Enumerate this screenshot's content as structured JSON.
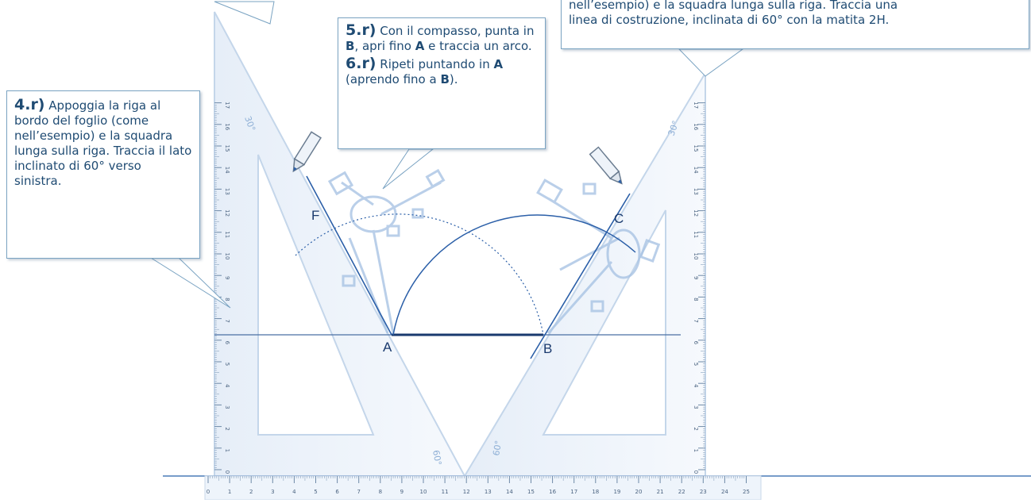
{
  "callouts": {
    "c4": {
      "step": "4.r)",
      "text": "Appoggia la riga al bordo del foglio (come nell’esempio) e la squadra lunga sulla riga. Traccia il lato inclinato di 60° verso sinistra."
    },
    "c5": {
      "step": "5.r)",
      "text_a": "Con il compasso, punta in",
      "pt_b": "B",
      "text_b": ", apri fino",
      "pt_a": "A",
      "text_c": "e traccia un arco."
    },
    "c6": {
      "step": "6.r)",
      "text_a": "Ripeti puntando in",
      "pt_a": "A",
      "text_b": "(aprendo fino a",
      "pt_b": "B",
      "text_c": ")."
    },
    "top_right": {
      "line1": "nell’esempio) e la squadra lunga sulla riga. Traccia una",
      "line2": "linea di costruzione, inclinata di 60° con la matita 2H."
    }
  },
  "points": {
    "A": "A",
    "B": "B",
    "C": "C",
    "F": "F"
  },
  "triangle_labels": {
    "left_30": "30°",
    "left_60": "60°",
    "right_30": "30°",
    "right_60": "60°"
  },
  "ruler_numbers": [
    "0",
    "1",
    "2",
    "3",
    "4",
    "5",
    "6",
    "7",
    "8",
    "9",
    "10",
    "11",
    "12",
    "13",
    "14",
    "15",
    "16",
    "17",
    "18",
    "19",
    "20",
    "21",
    "22",
    "23",
    "24",
    "25"
  ],
  "vertical_ruler_numbers": [
    "0",
    "1",
    "2",
    "3",
    "4",
    "5",
    "6",
    "7",
    "8",
    "9",
    "10",
    "11",
    "12",
    "13",
    "14",
    "15",
    "16",
    "17"
  ],
  "colors": {
    "construction": "#2b5fa8",
    "ruler_fill": "#eef4fb",
    "ruler_edge": "#b9cfe6",
    "text": "#1f4b73"
  }
}
